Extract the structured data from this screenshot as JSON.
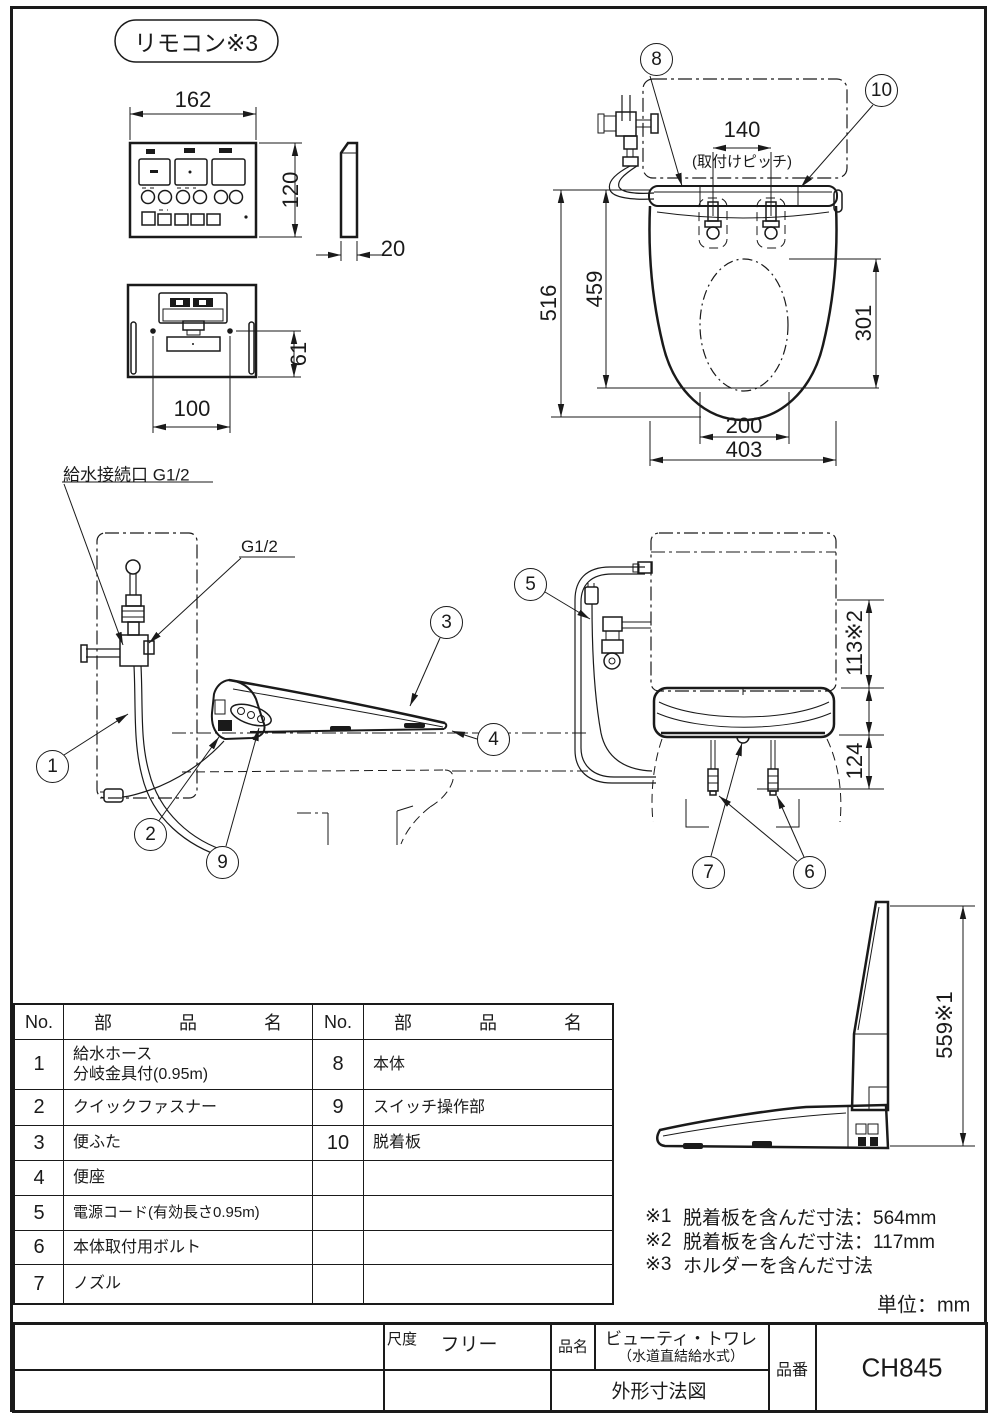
{
  "colors": {
    "ink": "#1a1a1a",
    "paper": "#ffffff"
  },
  "remote": {
    "title": "リモコン※3",
    "dim_width": "162",
    "dim_height": "120",
    "dim_depth": "20",
    "dim_back_pitch": "100",
    "dim_back_offset": "61"
  },
  "plan_view": {
    "callout_body": "8",
    "callout_plate": "10",
    "dim_pitch": "140",
    "dim_pitch_note": "(取付けピッチ)",
    "dim_total_depth": "516",
    "dim_body_depth": "459",
    "dim_bowl_depth": "301",
    "dim_bowl_width": "200",
    "dim_width": "403"
  },
  "side_view": {
    "label_supply": "給水接続口 G1/2",
    "label_thread": "G1/2",
    "callout_hose": "1",
    "callout_fastener": "2",
    "callout_lid": "3",
    "callout_seat": "4",
    "callout_switch": "9"
  },
  "rear_view": {
    "callout_cord": "5",
    "callout_bolt": "6",
    "callout_nozzle": "7",
    "dim_height": "113※2",
    "dim_bolt": "124"
  },
  "open_view": {
    "dim_lid_height": "559※1"
  },
  "parts_table": {
    "header_no": "No.",
    "header_name": [
      "部",
      "品",
      "名"
    ],
    "left": [
      {
        "no": "1",
        "line1": "給水ホース",
        "line2": "分岐金具付(0.95m)"
      },
      {
        "no": "2",
        "line1": "クイックファスナー",
        "line2": ""
      },
      {
        "no": "3",
        "line1": "便ふた",
        "line2": ""
      },
      {
        "no": "4",
        "line1": "便座",
        "line2": ""
      },
      {
        "no": "5",
        "line1": "電源コード(有効長さ0.95m)",
        "line2": ""
      },
      {
        "no": "6",
        "line1": "本体取付用ボルト",
        "line2": ""
      },
      {
        "no": "7",
        "line1": "ノズル",
        "line2": ""
      }
    ],
    "right": [
      {
        "no": "8",
        "line1": "本体"
      },
      {
        "no": "9",
        "line1": "スイッチ操作部"
      },
      {
        "no": "10",
        "line1": "脱着板"
      },
      {
        "no": "",
        "line1": ""
      },
      {
        "no": "",
        "line1": ""
      },
      {
        "no": "",
        "line1": ""
      },
      {
        "no": "",
        "line1": ""
      }
    ]
  },
  "notes": {
    "n1_ref": "※1",
    "n1_text": "脱着板を含んだ寸法：564mm",
    "n2_ref": "※2",
    "n2_text": "脱着板を含んだ寸法：117mm",
    "n3_ref": "※3",
    "n3_text": "ホルダーを含んだ寸法",
    "unit": "単位：mm"
  },
  "title_block": {
    "scale_label": "尺度",
    "scale_value": "フリー",
    "name_label": "品名",
    "product_name": "ビューティ・トワレ",
    "product_type": "（水道直結給水式）",
    "drawing_title": "外形寸法図",
    "code_label": "品番",
    "code_value": "CH845"
  }
}
